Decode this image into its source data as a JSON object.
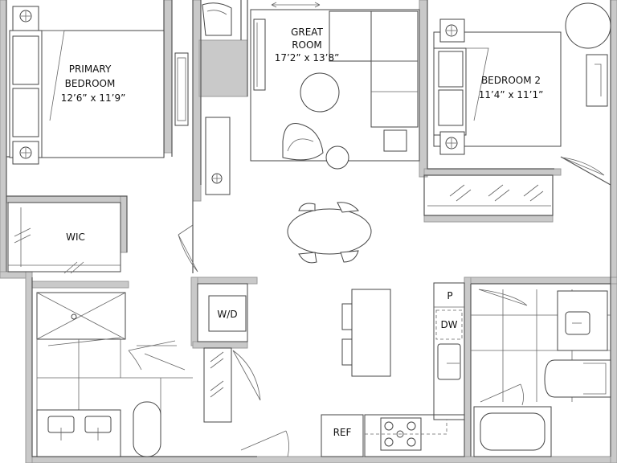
{
  "rooms": {
    "primary": {
      "name_1": "PRIMARY",
      "name_2": "BEDROOM",
      "dims": "12’6” x 11’9”"
    },
    "great": {
      "name_1": "GREAT",
      "name_2": "ROOM",
      "dims": "17’2” x 13’8”"
    },
    "bedroom2": {
      "name": "BEDROOM 2",
      "dims": "11’4” x 11’1”"
    },
    "wic": "WIC",
    "wd": "W/D",
    "pantry": "P",
    "dw": "DW",
    "ref": "REF"
  },
  "colors": {
    "wall": "#c9c9c9",
    "line": "#444444",
    "background": "#ffffff"
  }
}
